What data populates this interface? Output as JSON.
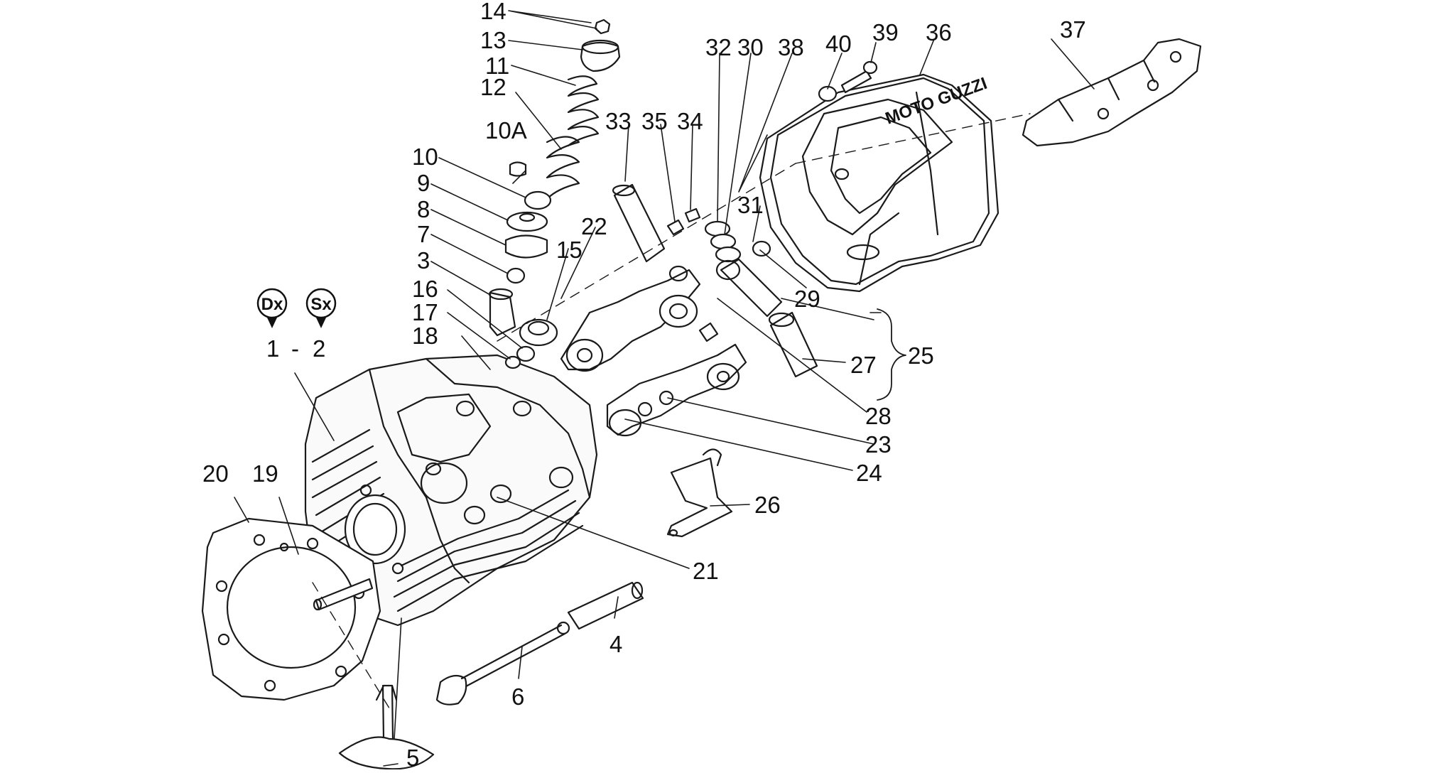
{
  "diagram": {
    "callouts": [
      "14",
      "13",
      "11",
      "12",
      "10A",
      "10",
      "9",
      "8",
      "7",
      "3",
      "16",
      "17",
      "18",
      "15",
      "22",
      "33",
      "35",
      "34",
      "32",
      "30",
      "38",
      "40",
      "39",
      "36",
      "37",
      "31",
      "29",
      "25",
      "27",
      "28",
      "23",
      "24",
      "26",
      "21",
      "20",
      "19",
      "4",
      "6",
      "5"
    ],
    "side_badges": [
      {
        "text": "Dx",
        "color": "#000000"
      },
      {
        "text": "Sx",
        "color": "#000000"
      }
    ],
    "reference_numbers": {
      "left": "1",
      "separator": "-",
      "right": "2"
    },
    "cover_logo": "MOTO GUZZI"
  }
}
